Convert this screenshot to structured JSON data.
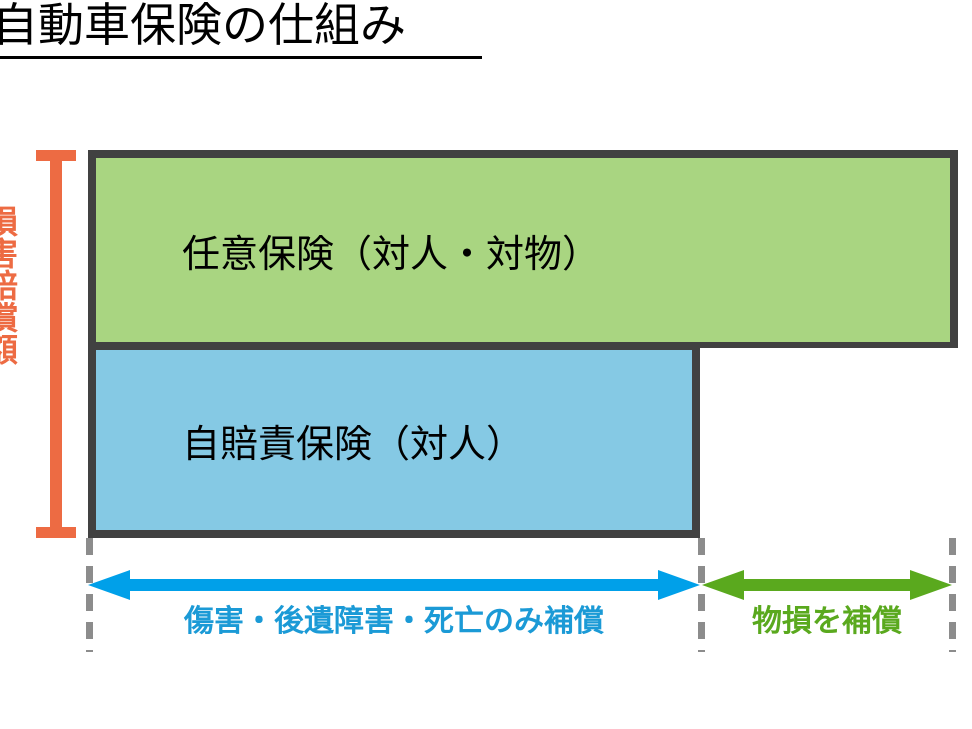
{
  "title": {
    "text": "自動車保険の仕組み"
  },
  "axis": {
    "vertical_label": "損害賠償額",
    "bracket_color": "#ED6B43"
  },
  "bars": [
    {
      "key": "voluntary",
      "label": "任意保険（対人・対物）",
      "fill_color": "#A9D581",
      "border_color": "#414141"
    },
    {
      "key": "compulsory",
      "label": "自賠責保険（対人）",
      "fill_color": "#85C9E4",
      "border_color": "#414141"
    }
  ],
  "coverage_ranges": [
    {
      "key": "injury",
      "caption": "傷害・後遺障害・死亡のみ補償",
      "arrow_color": "#00A0E9",
      "caption_color": "#1B9AD6"
    },
    {
      "key": "property",
      "caption": "物損を補償",
      "arrow_color": "#5AA91E",
      "caption_color": "#5AA91E"
    }
  ],
  "guides": {
    "color": "#8C8C8C"
  }
}
